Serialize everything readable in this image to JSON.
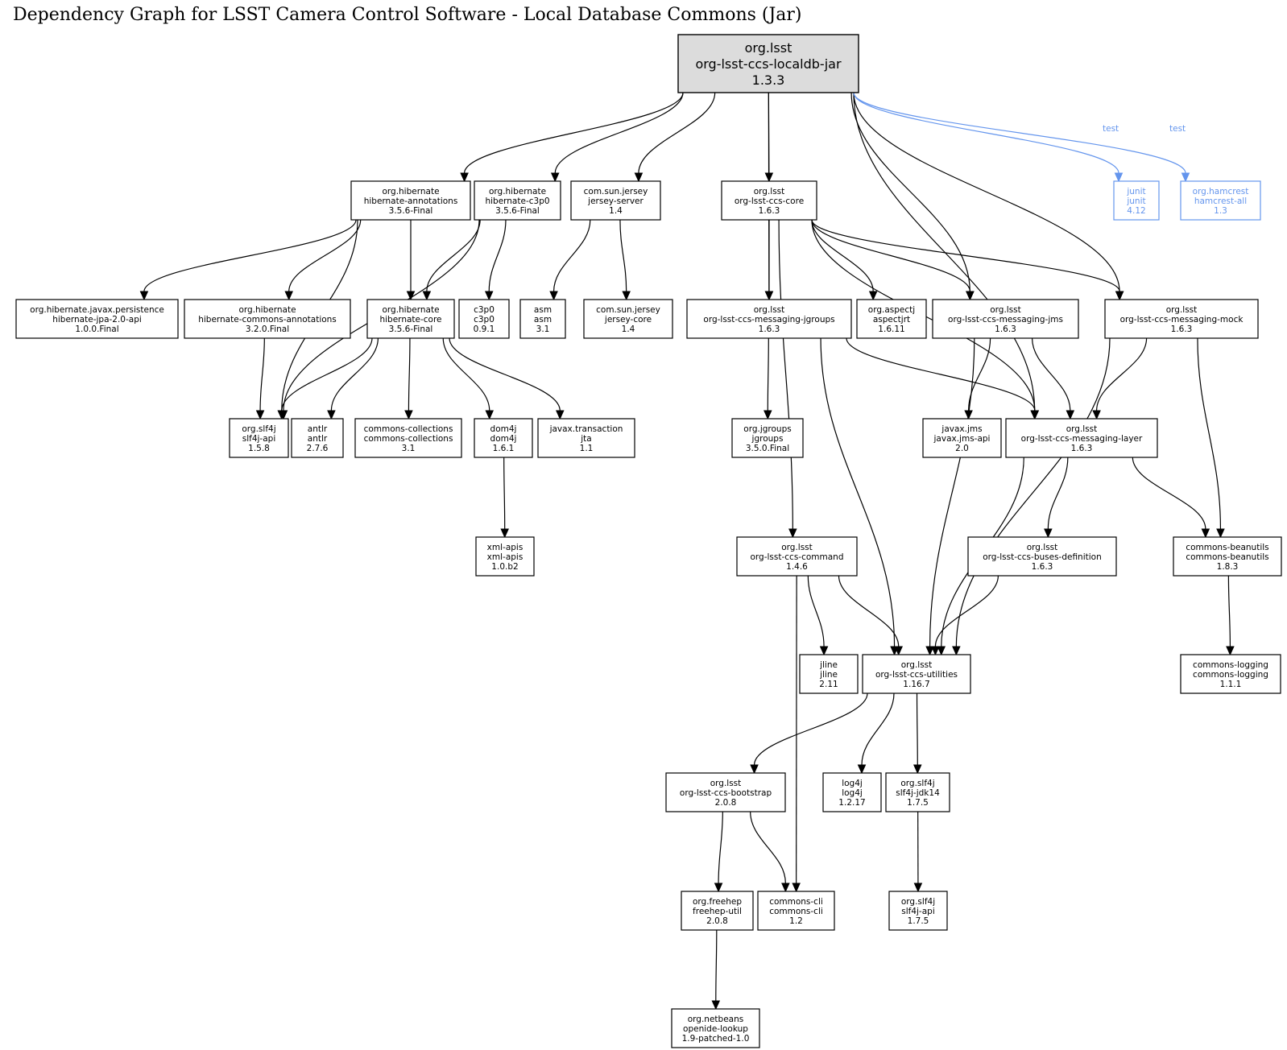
{
  "title": "Dependency Graph for LSST Camera Control Software - Local Database Commons (Jar)",
  "colors": {
    "test_scope": "#6495ed",
    "root_fill": "#dcdcdc",
    "default": "#000000"
  },
  "nodes": [
    {
      "id": "root",
      "group": "org.lsst",
      "artifact": "org-lsst-ccs-localdb-jar",
      "version": "1.3.3",
      "kind": "root"
    },
    {
      "id": "hib-ann",
      "group": "org.hibernate",
      "artifact": "hibernate-annotations",
      "version": "3.5.6-Final"
    },
    {
      "id": "hib-c3p0",
      "group": "org.hibernate",
      "artifact": "hibernate-c3p0",
      "version": "3.5.6-Final"
    },
    {
      "id": "jersey-server",
      "group": "com.sun.jersey",
      "artifact": "jersey-server",
      "version": "1.4"
    },
    {
      "id": "ccs-core",
      "group": "org.lsst",
      "artifact": "org-lsst-ccs-core",
      "version": "1.6.3"
    },
    {
      "id": "junit",
      "group": "junit",
      "artifact": "junit",
      "version": "4.12",
      "kind": "test"
    },
    {
      "id": "hamcrest",
      "group": "org.hamcrest",
      "artifact": "hamcrest-all",
      "version": "1.3",
      "kind": "test"
    },
    {
      "id": "jpa",
      "group": "org.hibernate.javax.persistence",
      "artifact": "hibernate-jpa-2.0-api",
      "version": "1.0.0.Final"
    },
    {
      "id": "hib-commons-ann",
      "group": "org.hibernate",
      "artifact": "hibernate-commons-annotations",
      "version": "3.2.0.Final"
    },
    {
      "id": "hib-core",
      "group": "org.hibernate",
      "artifact": "hibernate-core",
      "version": "3.5.6-Final"
    },
    {
      "id": "c3p0",
      "group": "c3p0",
      "artifact": "c3p0",
      "version": "0.9.1"
    },
    {
      "id": "asm",
      "group": "asm",
      "artifact": "asm",
      "version": "3.1"
    },
    {
      "id": "jersey-core",
      "group": "com.sun.jersey",
      "artifact": "jersey-core",
      "version": "1.4"
    },
    {
      "id": "msg-jgroups",
      "group": "org.lsst",
      "artifact": "org-lsst-ccs-messaging-jgroups",
      "version": "1.6.3"
    },
    {
      "id": "aspectjrt",
      "group": "org.aspectj",
      "artifact": "aspectjrt",
      "version": "1.6.11"
    },
    {
      "id": "msg-jms",
      "group": "org.lsst",
      "artifact": "org-lsst-ccs-messaging-jms",
      "version": "1.6.3"
    },
    {
      "id": "msg-mock",
      "group": "org.lsst",
      "artifact": "org-lsst-ccs-messaging-mock",
      "version": "1.6.3"
    },
    {
      "id": "slf4j-api-158",
      "group": "org.slf4j",
      "artifact": "slf4j-api",
      "version": "1.5.8"
    },
    {
      "id": "antlr",
      "group": "antlr",
      "artifact": "antlr",
      "version": "2.7.6"
    },
    {
      "id": "commons-collections",
      "group": "commons-collections",
      "artifact": "commons-collections",
      "version": "3.1"
    },
    {
      "id": "dom4j",
      "group": "dom4j",
      "artifact": "dom4j",
      "version": "1.6.1"
    },
    {
      "id": "jta",
      "group": "javax.transaction",
      "artifact": "jta",
      "version": "1.1"
    },
    {
      "id": "jgroups",
      "group": "org.jgroups",
      "artifact": "jgroups",
      "version": "3.5.0.Final"
    },
    {
      "id": "jms-api",
      "group": "javax.jms",
      "artifact": "javax.jms-api",
      "version": "2.0"
    },
    {
      "id": "msg-layer",
      "group": "org.lsst",
      "artifact": "org-lsst-ccs-messaging-layer",
      "version": "1.6.3"
    },
    {
      "id": "xml-apis",
      "group": "xml-apis",
      "artifact": "xml-apis",
      "version": "1.0.b2"
    },
    {
      "id": "ccs-command",
      "group": "org.lsst",
      "artifact": "org-lsst-ccs-command",
      "version": "1.4.6"
    },
    {
      "id": "buses-def",
      "group": "org.lsst",
      "artifact": "org-lsst-ccs-buses-definition",
      "version": "1.6.3"
    },
    {
      "id": "beanutils",
      "group": "commons-beanutils",
      "artifact": "commons-beanutils",
      "version": "1.8.3"
    },
    {
      "id": "jline",
      "group": "jline",
      "artifact": "jline",
      "version": "2.11"
    },
    {
      "id": "utilities",
      "group": "org.lsst",
      "artifact": "org-lsst-ccs-utilities",
      "version": "1.16.7"
    },
    {
      "id": "commons-logging",
      "group": "commons-logging",
      "artifact": "commons-logging",
      "version": "1.1.1"
    },
    {
      "id": "bootstrap",
      "group": "org.lsst",
      "artifact": "org-lsst-ccs-bootstrap",
      "version": "2.0.8"
    },
    {
      "id": "log4j",
      "group": "log4j",
      "artifact": "log4j",
      "version": "1.2.17"
    },
    {
      "id": "slf4j-jdk14",
      "group": "org.slf4j",
      "artifact": "slf4j-jdk14",
      "version": "1.7.5"
    },
    {
      "id": "freehep-util",
      "group": "org.freehep",
      "artifact": "freehep-util",
      "version": "2.0.8"
    },
    {
      "id": "commons-cli",
      "group": "commons-cli",
      "artifact": "commons-cli",
      "version": "1.2"
    },
    {
      "id": "slf4j-api-175",
      "group": "org.slf4j",
      "artifact": "slf4j-api",
      "version": "1.7.5"
    },
    {
      "id": "openide-lookup",
      "group": "org.netbeans",
      "artifact": "openide-lookup",
      "version": "1.9-patched-1.0"
    }
  ],
  "edges": [
    {
      "from": "root",
      "to": "hib-ann"
    },
    {
      "from": "root",
      "to": "hib-c3p0"
    },
    {
      "from": "root",
      "to": "jersey-server"
    },
    {
      "from": "root",
      "to": "ccs-core"
    },
    {
      "from": "root",
      "to": "msg-jgroups"
    },
    {
      "from": "root",
      "to": "msg-jms"
    },
    {
      "from": "root",
      "to": "msg-layer"
    },
    {
      "from": "root",
      "to": "msg-mock"
    },
    {
      "from": "root",
      "to": "junit",
      "label": "test",
      "scope": "test"
    },
    {
      "from": "root",
      "to": "hamcrest",
      "label": "test",
      "scope": "test"
    },
    {
      "from": "hib-ann",
      "to": "jpa"
    },
    {
      "from": "hib-ann",
      "to": "hib-commons-ann"
    },
    {
      "from": "hib-ann",
      "to": "hib-core"
    },
    {
      "from": "hib-ann",
      "to": "slf4j-api-158"
    },
    {
      "from": "hib-c3p0",
      "to": "hib-core"
    },
    {
      "from": "hib-c3p0",
      "to": "c3p0"
    },
    {
      "from": "hib-c3p0",
      "to": "slf4j-api-158"
    },
    {
      "from": "jersey-server",
      "to": "asm"
    },
    {
      "from": "jersey-server",
      "to": "jersey-core"
    },
    {
      "from": "hib-commons-ann",
      "to": "slf4j-api-158"
    },
    {
      "from": "hib-core",
      "to": "slf4j-api-158"
    },
    {
      "from": "hib-core",
      "to": "antlr"
    },
    {
      "from": "hib-core",
      "to": "commons-collections"
    },
    {
      "from": "hib-core",
      "to": "dom4j"
    },
    {
      "from": "hib-core",
      "to": "jta"
    },
    {
      "from": "dom4j",
      "to": "xml-apis"
    },
    {
      "from": "ccs-core",
      "to": "msg-jgroups"
    },
    {
      "from": "ccs-core",
      "to": "aspectjrt"
    },
    {
      "from": "ccs-core",
      "to": "msg-jms"
    },
    {
      "from": "ccs-core",
      "to": "msg-mock"
    },
    {
      "from": "ccs-core",
      "to": "msg-layer"
    },
    {
      "from": "ccs-core",
      "to": "ccs-command"
    },
    {
      "from": "msg-jgroups",
      "to": "jgroups"
    },
    {
      "from": "msg-jgroups",
      "to": "msg-layer"
    },
    {
      "from": "msg-jgroups",
      "to": "utilities"
    },
    {
      "from": "msg-jms",
      "to": "jms-api"
    },
    {
      "from": "msg-jms",
      "to": "msg-layer"
    },
    {
      "from": "msg-jms",
      "to": "utilities"
    },
    {
      "from": "msg-mock",
      "to": "msg-layer"
    },
    {
      "from": "msg-mock",
      "to": "beanutils"
    },
    {
      "from": "msg-mock",
      "to": "utilities"
    },
    {
      "from": "msg-layer",
      "to": "buses-def"
    },
    {
      "from": "msg-layer",
      "to": "beanutils"
    },
    {
      "from": "msg-layer",
      "to": "utilities"
    },
    {
      "from": "buses-def",
      "to": "utilities"
    },
    {
      "from": "beanutils",
      "to": "commons-logging"
    },
    {
      "from": "ccs-command",
      "to": "jline"
    },
    {
      "from": "ccs-command",
      "to": "utilities"
    },
    {
      "from": "ccs-command",
      "to": "commons-cli"
    },
    {
      "from": "utilities",
      "to": "bootstrap"
    },
    {
      "from": "utilities",
      "to": "log4j"
    },
    {
      "from": "utilities",
      "to": "slf4j-jdk14"
    },
    {
      "from": "bootstrap",
      "to": "freehep-util"
    },
    {
      "from": "bootstrap",
      "to": "commons-cli"
    },
    {
      "from": "slf4j-jdk14",
      "to": "slf4j-api-175"
    },
    {
      "from": "freehep-util",
      "to": "openide-lookup"
    }
  ]
}
